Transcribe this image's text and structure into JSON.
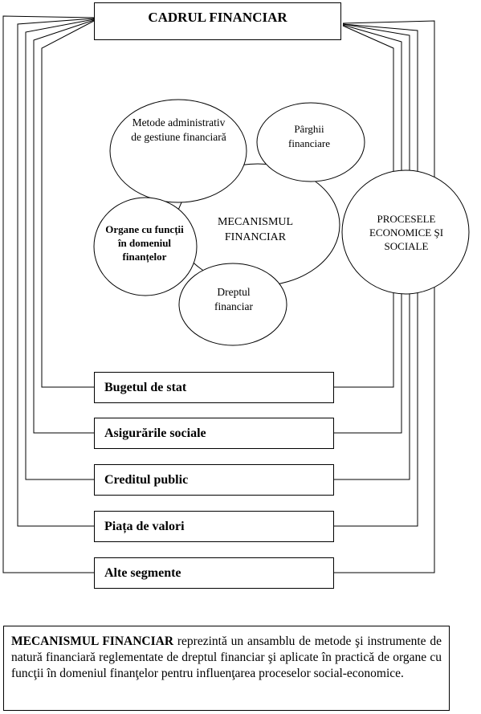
{
  "title": "CADRUL FINANCIAR",
  "ellipses": {
    "metode": "Metode administrativ de gestiune financiară",
    "parghii": "Pârghii financiare",
    "mecanismul": "MECANISMUL FINANCIAR",
    "organe": "Organe cu funcții în domeniul finanțelor",
    "dreptul": "Dreptul financiar",
    "procesele": "PROCESELE ECONOMICE ŞI SOCIALE"
  },
  "segments": [
    "Bugetul de stat",
    "Asigurările sociale",
    "Creditul public",
    "Piața de valori",
    "Alte segmente"
  ],
  "definition": {
    "term": "MECANISMUL FINANCIAR",
    "text": " reprezintă un ansamblu de metode şi instrumente de natură financiară reglementate de dreptul financiar şi aplicate în practică de organe cu funcţii în domeniul finanţelor pentru influenţarea proceselor social-economice."
  }
}
